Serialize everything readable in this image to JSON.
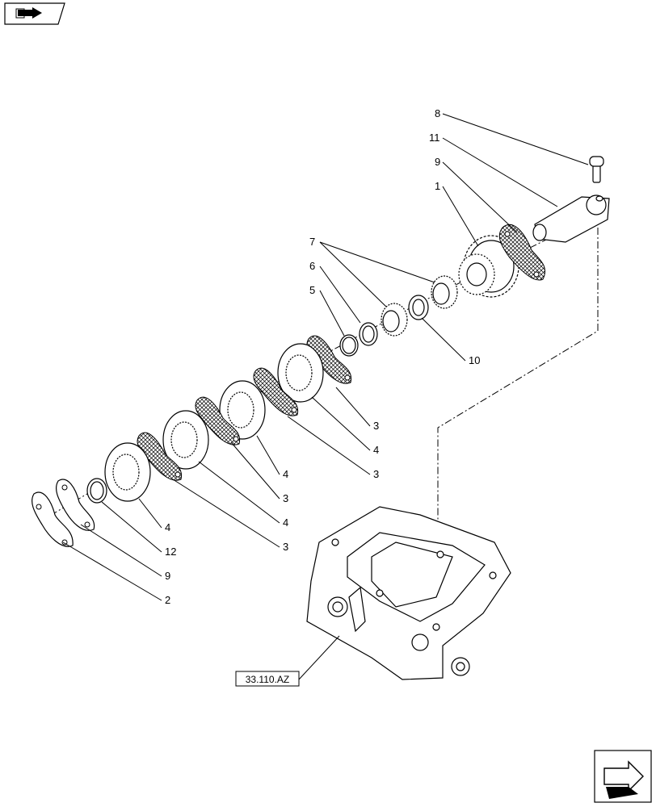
{
  "header_icon": "book-arrow-icon",
  "footer_icon": "next-page-arrow-icon",
  "reference_box": {
    "label": "33.110.AZ"
  },
  "callouts": [
    "8",
    "11",
    "9",
    "1",
    "7",
    "6",
    "5",
    "10",
    "3",
    "4",
    "3",
    "4",
    "3",
    "4",
    "3",
    "4",
    "12",
    "9",
    "2"
  ]
}
